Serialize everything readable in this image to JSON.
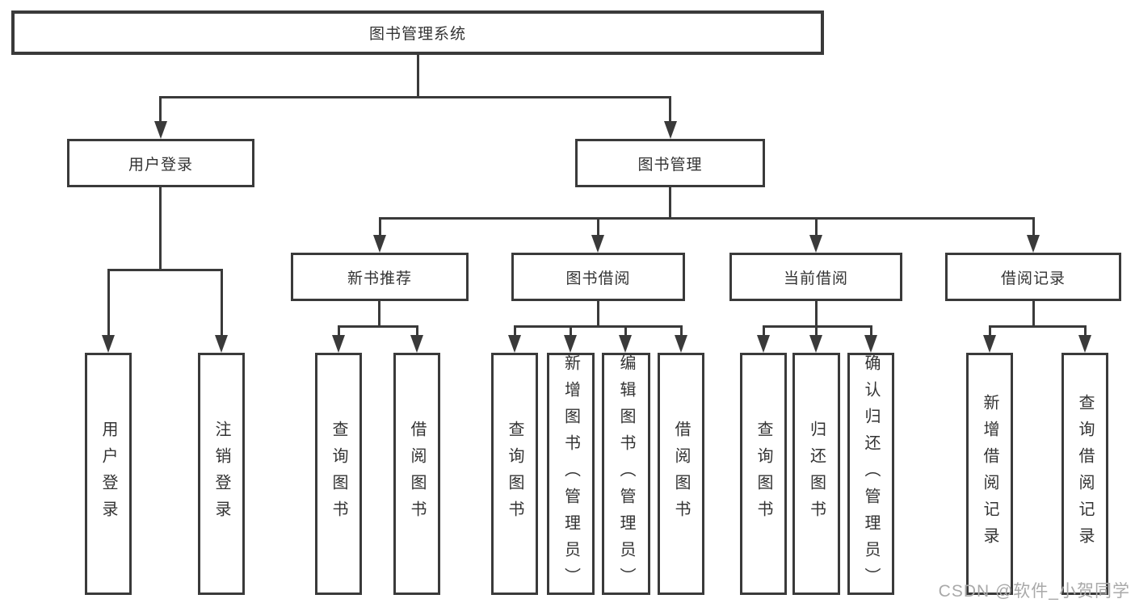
{
  "tree": {
    "root": {
      "label": "图书管理系统"
    },
    "branches": [
      {
        "label": "用户登录",
        "children": [
          {
            "label": "用户登录"
          },
          {
            "label": "注销登录"
          }
        ]
      },
      {
        "label": "图书管理",
        "children": [
          {
            "label": "新书推荐",
            "children": [
              {
                "label": "查询图书"
              },
              {
                "label": "借阅图书"
              }
            ]
          },
          {
            "label": "图书借阅",
            "children": [
              {
                "label": "查询图书"
              },
              {
                "label": "新增图书（管理员）"
              },
              {
                "label": "编辑图书（管理员）"
              },
              {
                "label": "借阅图书"
              }
            ]
          },
          {
            "label": "当前借阅",
            "children": [
              {
                "label": "查询图书"
              },
              {
                "label": "归还图书"
              },
              {
                "label": "确认归还（管理员）"
              }
            ]
          },
          {
            "label": "借阅记录",
            "children": [
              {
                "label": "新增借阅记录"
              },
              {
                "label": "查询借阅记录"
              }
            ]
          }
        ]
      }
    ]
  },
  "watermark": {
    "text": "CSDN @软件_小贺同学"
  },
  "colors": {
    "line": "#3a3a3a",
    "text": "#333333",
    "watermark": "#a9a9a9",
    "background": "#ffffff"
  }
}
